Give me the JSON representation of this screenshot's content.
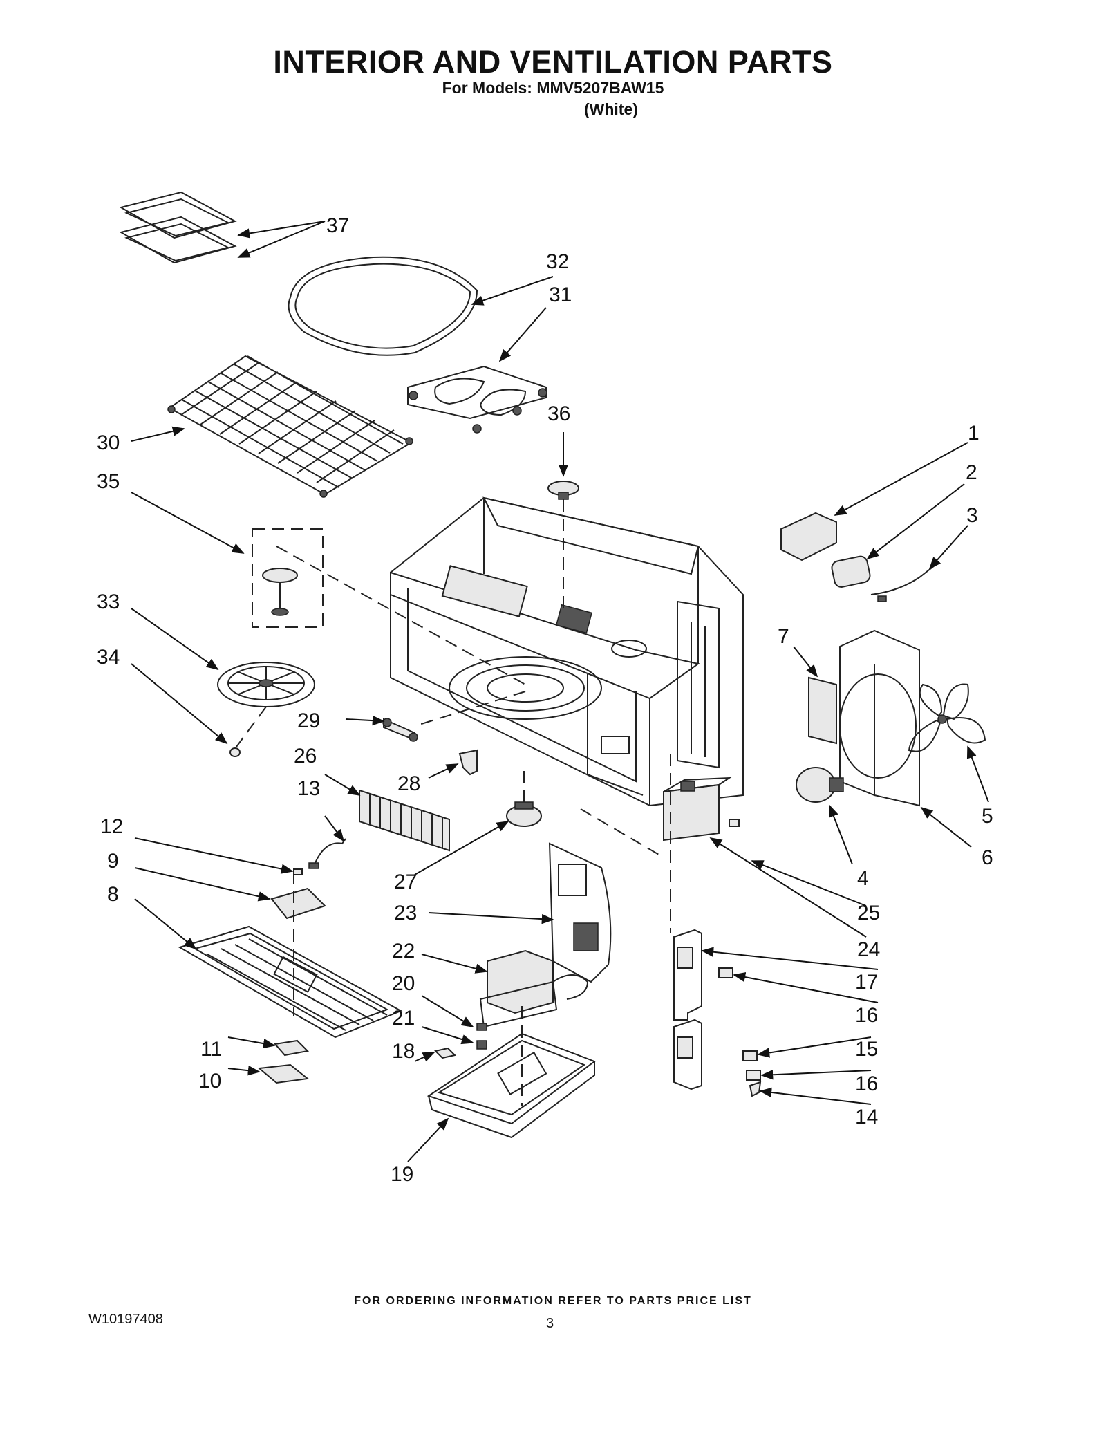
{
  "page": {
    "title": "INTERIOR AND VENTILATION PARTS",
    "subtitle": "For Models: MMV5207BAW15",
    "color_variant": "(White)",
    "footer_note": "FOR ORDERING INFORMATION REFER TO PARTS PRICE LIST",
    "document_number": "W10197408",
    "page_number": "3"
  },
  "callouts": {
    "c1": "1",
    "c2": "2",
    "c3": "3",
    "c4": "4",
    "c5": "5",
    "c6": "6",
    "c7": "7",
    "c8": "8",
    "c9": "9",
    "c10": "10",
    "c11": "11",
    "c12": "12",
    "c13": "13",
    "c14": "14",
    "c15": "15",
    "c16a": "16",
    "c16b": "16",
    "c17": "17",
    "c18": "18",
    "c19": "19",
    "c20": "20",
    "c21": "21",
    "c22": "22",
    "c23": "23",
    "c24": "24",
    "c25": "25",
    "c26": "26",
    "c27": "27",
    "c28": "28",
    "c29": "29",
    "c30": "30",
    "c31": "31",
    "c32": "32",
    "c33": "33",
    "c34": "34",
    "c35": "35",
    "c36": "36",
    "c37": "37"
  }
}
